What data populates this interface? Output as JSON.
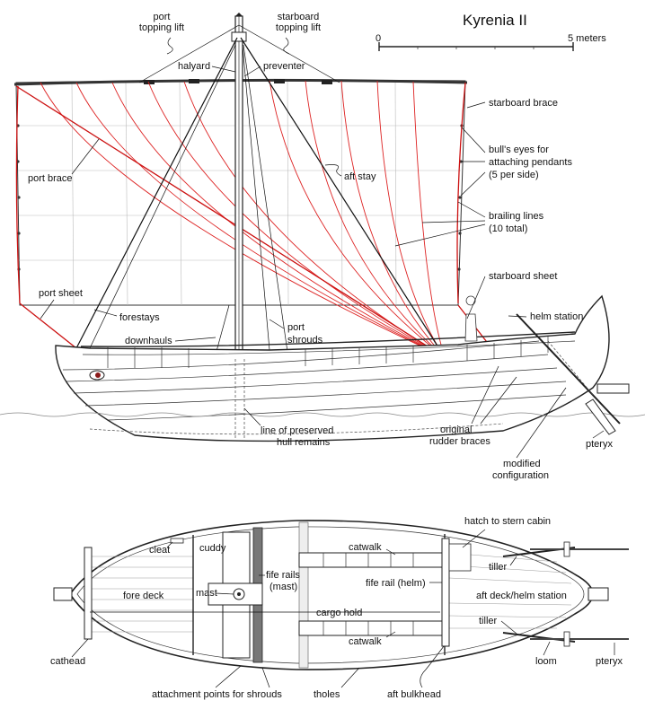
{
  "title": "Kyrenia II",
  "scale": {
    "start": "0",
    "end": "5 meters"
  },
  "profile_labels": {
    "port_topping_lift_1": "port",
    "port_topping_lift_2": "topping lift",
    "starboard_topping_lift_1": "starboard",
    "starboard_topping_lift_2": "topping lift",
    "halyard": "halyard",
    "preventer": "preventer",
    "starboard_brace": "starboard brace",
    "bulls_eyes_1": "bull's eyes for",
    "bulls_eyes_2": "attaching pendants",
    "bulls_eyes_3": "(5 per side)",
    "port_brace": "port brace",
    "aft_stay": "aft stay",
    "brailing_1": "brailing lines",
    "brailing_2": "(10 total)",
    "starboard_sheet": "starboard sheet",
    "port_sheet": "port sheet",
    "forestays": "forestays",
    "helm_station": "helm station",
    "port_shrouds_1": "port",
    "port_shrouds_2": "shrouds",
    "downhauls": "downhauls",
    "hull_remains_1": "line of preserved",
    "hull_remains_2": "hull remains",
    "rudder_braces_1": "original",
    "rudder_braces_2": "rudder braces",
    "pteryx": "pteryx",
    "modified_1": "modified",
    "modified_2": "configuration"
  },
  "plan_labels": {
    "hatch": "hatch to stern cabin",
    "cleat": "cleat",
    "cuddy": "cuddy",
    "catwalk_top": "catwalk",
    "tiller_top": "tiller",
    "fife_rails_mast_1": "fife rails",
    "fife_rails_mast_2": "(mast)",
    "fife_rail_helm": "fife rail (helm)",
    "fore_deck": "fore deck",
    "mast": "mast",
    "aft_deck": "aft deck/helm station",
    "cargo_hold": "cargo hold",
    "tiller_bottom": "tiller",
    "catwalk_bottom": "catwalk",
    "cathead": "cathead",
    "loom": "loom",
    "pteryx": "pteryx",
    "attachment_points": "attachment points for shrouds",
    "tholes": "tholes",
    "aft_bulkhead": "aft bulkhead"
  },
  "colors": {
    "line": "#222222",
    "red": "#d22222",
    "grid": "#bbbbbb"
  }
}
